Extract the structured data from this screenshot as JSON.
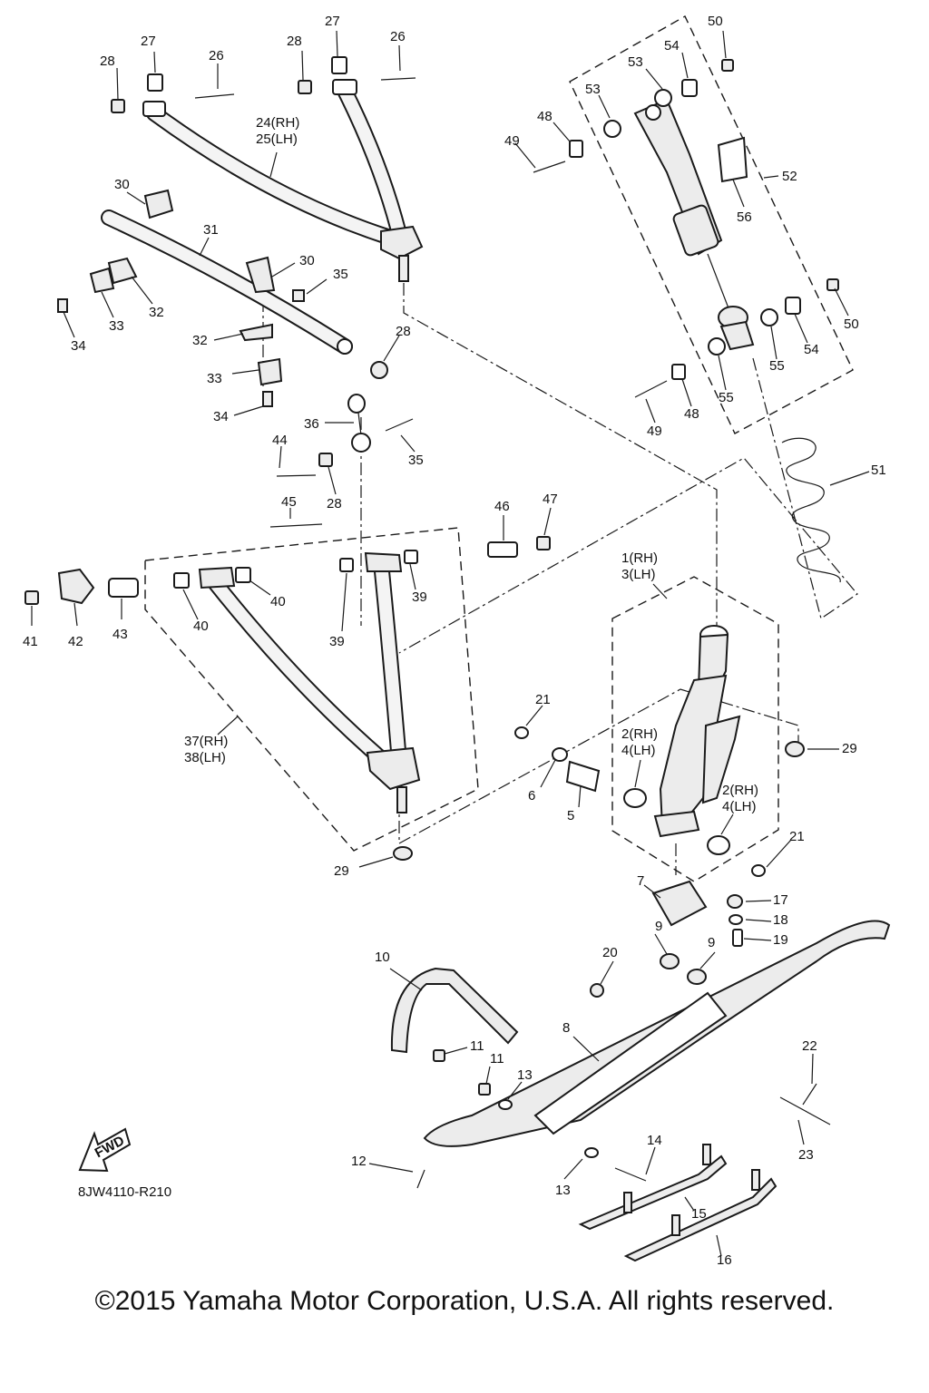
{
  "drawing_code": "8JW4110-R210",
  "copyright": "©2015 Yamaha Motor Corporation, U.S.A. All rights reserved.",
  "fwd_label": "FWD",
  "callouts": [
    "27",
    "26",
    "28",
    "27",
    "28",
    "26",
    "24(RH)",
    "25(LH)",
    "30",
    "31",
    "30",
    "35",
    "32",
    "33",
    "34",
    "32",
    "33",
    "34",
    "28",
    "36",
    "35",
    "44",
    "28",
    "45",
    "46",
    "47",
    "41",
    "42",
    "43",
    "40",
    "40",
    "39",
    "39",
    "37(RH)",
    "38(LH)",
    "50",
    "54",
    "53",
    "53",
    "48",
    "49",
    "52",
    "56",
    "50",
    "54",
    "55",
    "55",
    "48",
    "49",
    "51",
    "1(RH)",
    "3(LH)",
    "21",
    "2(RH)",
    "4(LH)",
    "6",
    "5",
    "2(RH)",
    "4(LH)",
    "29",
    "21",
    "29",
    "7",
    "17",
    "18",
    "19",
    "9",
    "9",
    "20",
    "10",
    "11",
    "11",
    "13",
    "8",
    "22",
    "23",
    "12",
    "14",
    "13",
    "15",
    "16"
  ]
}
